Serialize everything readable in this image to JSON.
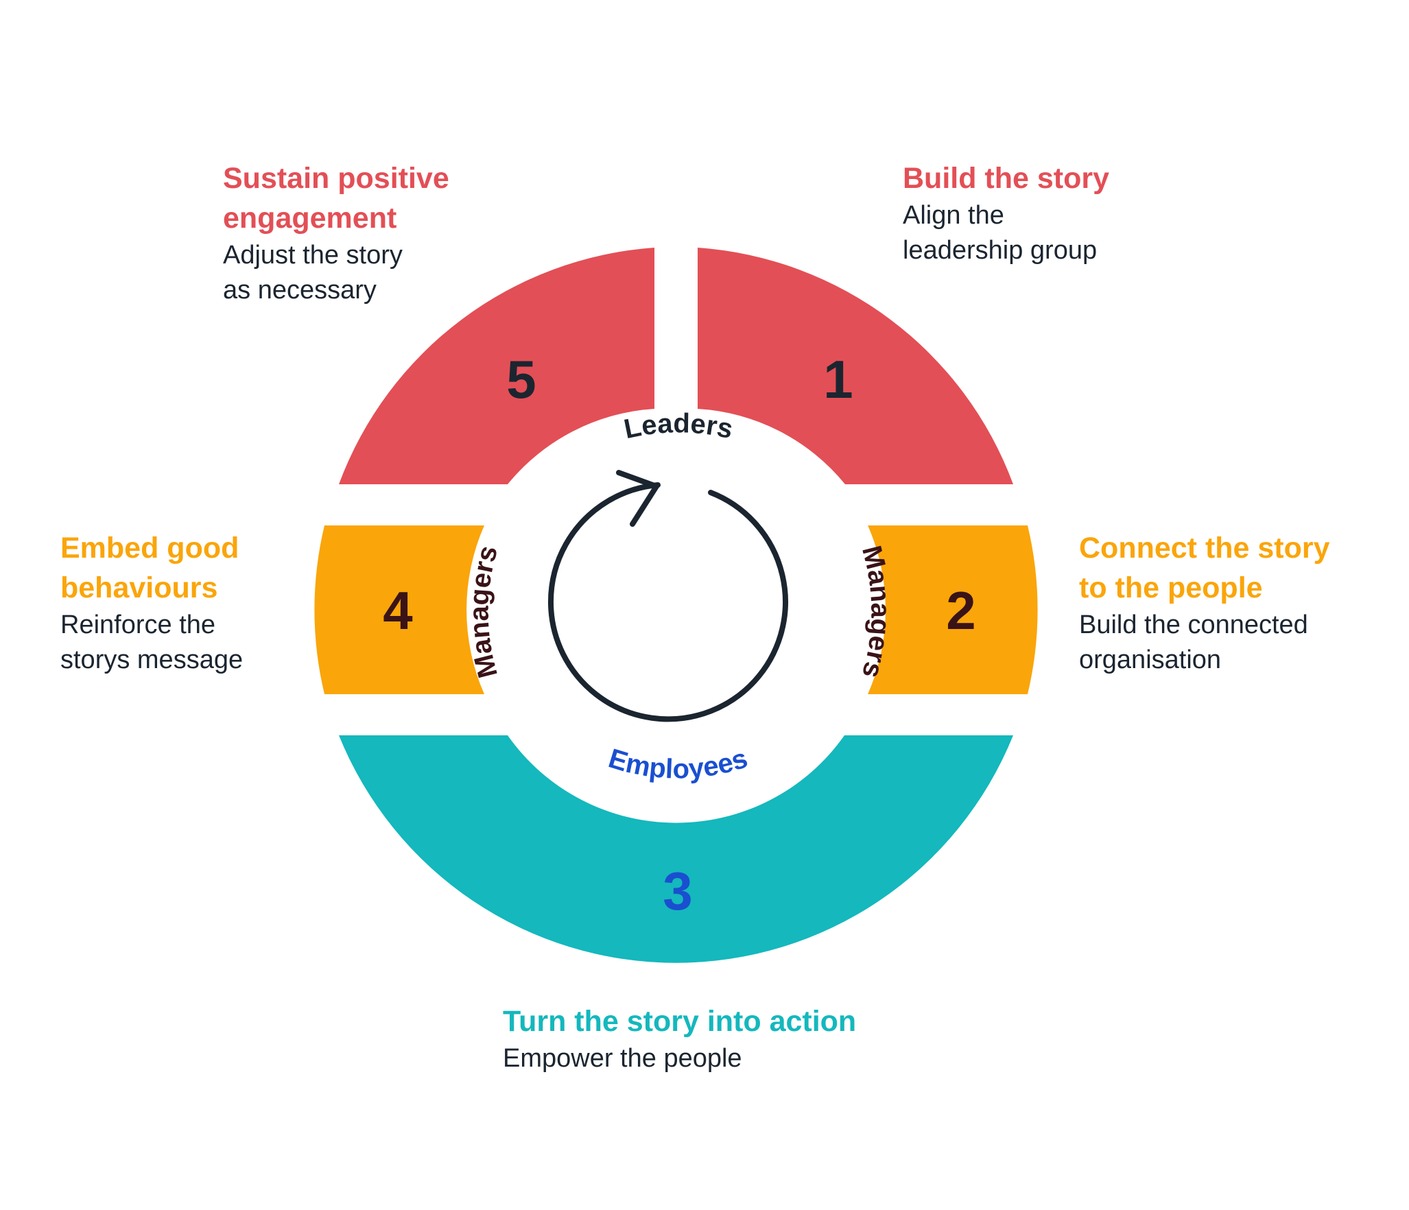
{
  "colors": {
    "red": "#e34f56",
    "orange": "#faa50a",
    "teal": "#14b8bd",
    "dark": "#1b2530",
    "maroon": "#3a1317",
    "blue": "#1a4fd0"
  },
  "ring": {
    "leaders_label": "Leaders",
    "managers_left_label": "Managers",
    "managers_right_label": "Managers",
    "employees_label": "Employees",
    "cycle_arrow_icon": "circular-arrow-icon"
  },
  "segments": [
    {
      "number": "1",
      "color": "red"
    },
    {
      "number": "2",
      "color": "orange"
    },
    {
      "number": "3",
      "color": "teal"
    },
    {
      "number": "4",
      "color": "orange"
    },
    {
      "number": "5",
      "color": "red"
    }
  ],
  "steps": {
    "step1": {
      "title": [
        "Build the story"
      ],
      "desc": [
        "Align the",
        "leadership group"
      ]
    },
    "step2": {
      "title": [
        "Connect the story",
        "to the people"
      ],
      "desc": [
        "Build the connected",
        "organisation"
      ]
    },
    "step3": {
      "title": [
        "Turn the story into action"
      ],
      "desc": [
        "Empower the people"
      ]
    },
    "step4": {
      "title": [
        "Embed good",
        "behaviours"
      ],
      "desc": [
        "Reinforce the",
        "storys message"
      ]
    },
    "step5": {
      "title": [
        "Sustain positive",
        "engagement"
      ],
      "desc": [
        "Adjust the story",
        "as necessary"
      ]
    }
  }
}
